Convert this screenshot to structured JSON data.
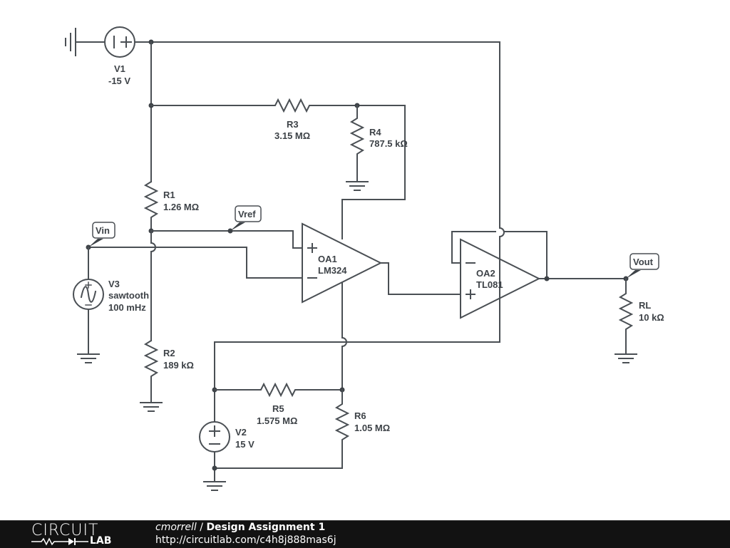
{
  "components": {
    "V1": {
      "name": "V1",
      "value": "-15 V"
    },
    "V2": {
      "name": "V2",
      "value": "15 V"
    },
    "V3": {
      "name": "V3",
      "type": "sawtooth",
      "value": "100 mHz"
    },
    "R1": {
      "name": "R1",
      "value": "1.26 MΩ"
    },
    "R2": {
      "name": "R2",
      "value": "189 kΩ"
    },
    "R3": {
      "name": "R3",
      "value": "3.15 MΩ"
    },
    "R4": {
      "name": "R4",
      "value": "787.5 kΩ"
    },
    "R5": {
      "name": "R5",
      "value": "1.575 MΩ"
    },
    "R6": {
      "name": "R6",
      "value": "1.05 MΩ"
    },
    "RL": {
      "name": "RL",
      "value": "10 kΩ"
    },
    "OA1": {
      "name": "OA1",
      "part": "LM324"
    },
    "OA2": {
      "name": "OA2",
      "part": "TL081"
    }
  },
  "nets": {
    "vin": "Vin",
    "vref": "Vref",
    "vout": "Vout"
  },
  "symbols": {
    "plus": "+",
    "minus": "−",
    "v1_glyph": "I +"
  },
  "footer": {
    "logo_top": "CIRCUIT",
    "logo_bottom": "LAB",
    "user": "cmorrell",
    "separator": " / ",
    "project": "Design Assignment 1",
    "url": "http://circuitlab.com/c4h8j888mas6j"
  }
}
